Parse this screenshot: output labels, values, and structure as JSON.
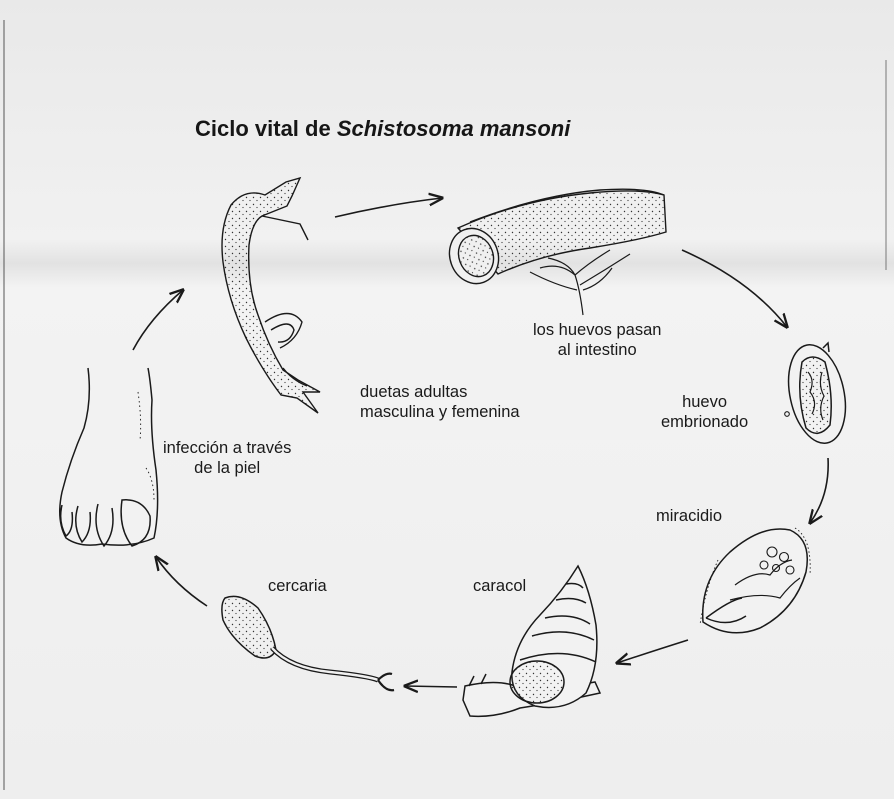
{
  "title": {
    "prefix": "Ciclo vital de ",
    "species": "Schistosoma mansoni"
  },
  "stages": [
    {
      "id": "worms",
      "lines": [
        "duetas adultas",
        "masculina y femenina"
      ],
      "icon": "adult-worms-icon"
    },
    {
      "id": "intestine",
      "lines": [
        "los huevos pasan",
        "al intestino"
      ],
      "icon": "intestine-icon"
    },
    {
      "id": "egg",
      "lines": [
        "huevo",
        "embrionado"
      ],
      "icon": "embryonated-egg-icon"
    },
    {
      "id": "miracidium",
      "lines": [
        "miracidio"
      ],
      "icon": "miracidium-icon"
    },
    {
      "id": "snail",
      "lines": [
        "caracol"
      ],
      "icon": "snail-icon"
    },
    {
      "id": "cercaria",
      "lines": [
        "cercaria"
      ],
      "icon": "cercaria-icon"
    },
    {
      "id": "skin",
      "lines": [
        "infección a través",
        "de la piel"
      ],
      "icon": "foot-icon"
    }
  ],
  "colors": {
    "ink": "#1a1a1a",
    "paper": "#eeeeee"
  }
}
